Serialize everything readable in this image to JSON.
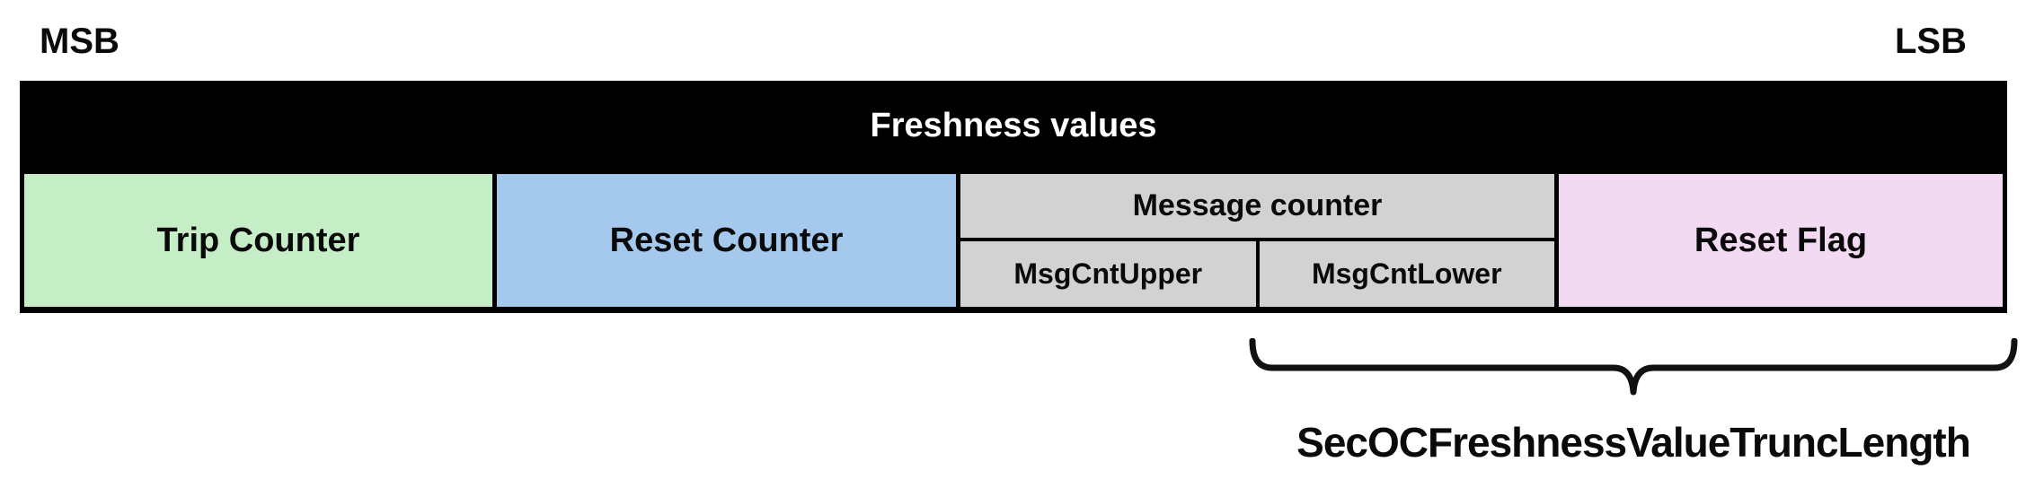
{
  "bit_labels": {
    "msb": "MSB",
    "lsb": "LSB"
  },
  "table": {
    "header": {
      "label": "Freshness values",
      "bg_color": "#000000",
      "text_color": "#ffffff"
    },
    "border_color": "#000000",
    "fields": [
      {
        "label": "Trip Counter",
        "color": "#c5eec7"
      },
      {
        "label": "Reset Counter",
        "color": "#a5c9ec"
      },
      {
        "label": "Message counter",
        "color": "#d2d2d2",
        "subfields": [
          {
            "label": "MsgCntUpper",
            "color": "#d2d2d2"
          },
          {
            "label": "MsgCntLower",
            "color": "#d2d2d2"
          }
        ]
      },
      {
        "label": "Reset Flag",
        "color": "#f2daf2"
      }
    ]
  },
  "annotation": {
    "label": "SecOCFreshnessValueTruncLength",
    "brace_color": "#111111"
  }
}
